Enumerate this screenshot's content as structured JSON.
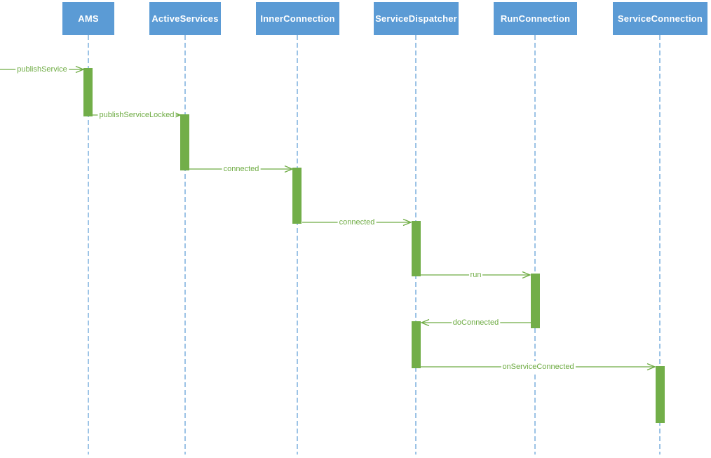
{
  "diagram": {
    "type": "uml-sequence-diagram",
    "colors": {
      "actor_fill": "#5B9BD5",
      "actor_text": "#FFFFFF",
      "lifeline": "#9CC3E6",
      "activation_bar": "#72AE49",
      "message": "#6FAC44",
      "background": "#FFFFFF"
    },
    "actors": [
      {
        "name": "AMS"
      },
      {
        "name": "ActiveServices"
      },
      {
        "name": "InnerConnection"
      },
      {
        "name": "ServiceDispatcher"
      },
      {
        "name": "RunConnection"
      },
      {
        "name": "ServiceConnection"
      }
    ],
    "messages": [
      {
        "label": "publishService",
        "from": "external",
        "to": "AMS",
        "direction": "right"
      },
      {
        "label": "publishServiceLocked",
        "from": "AMS",
        "to": "ActiveServices",
        "direction": "right"
      },
      {
        "label": "connected",
        "from": "ActiveServices",
        "to": "InnerConnection",
        "direction": "right"
      },
      {
        "label": "connected",
        "from": "InnerConnection",
        "to": "ServiceDispatcher",
        "direction": "right"
      },
      {
        "label": "run",
        "from": "ServiceDispatcher",
        "to": "RunConnection",
        "direction": "right"
      },
      {
        "label": "doConnected",
        "from": "RunConnection",
        "to": "ServiceDispatcher",
        "direction": "left"
      },
      {
        "label": "onServiceConnected",
        "from": "ServiceDispatcher",
        "to": "ServiceConnection",
        "direction": "right"
      }
    ]
  }
}
